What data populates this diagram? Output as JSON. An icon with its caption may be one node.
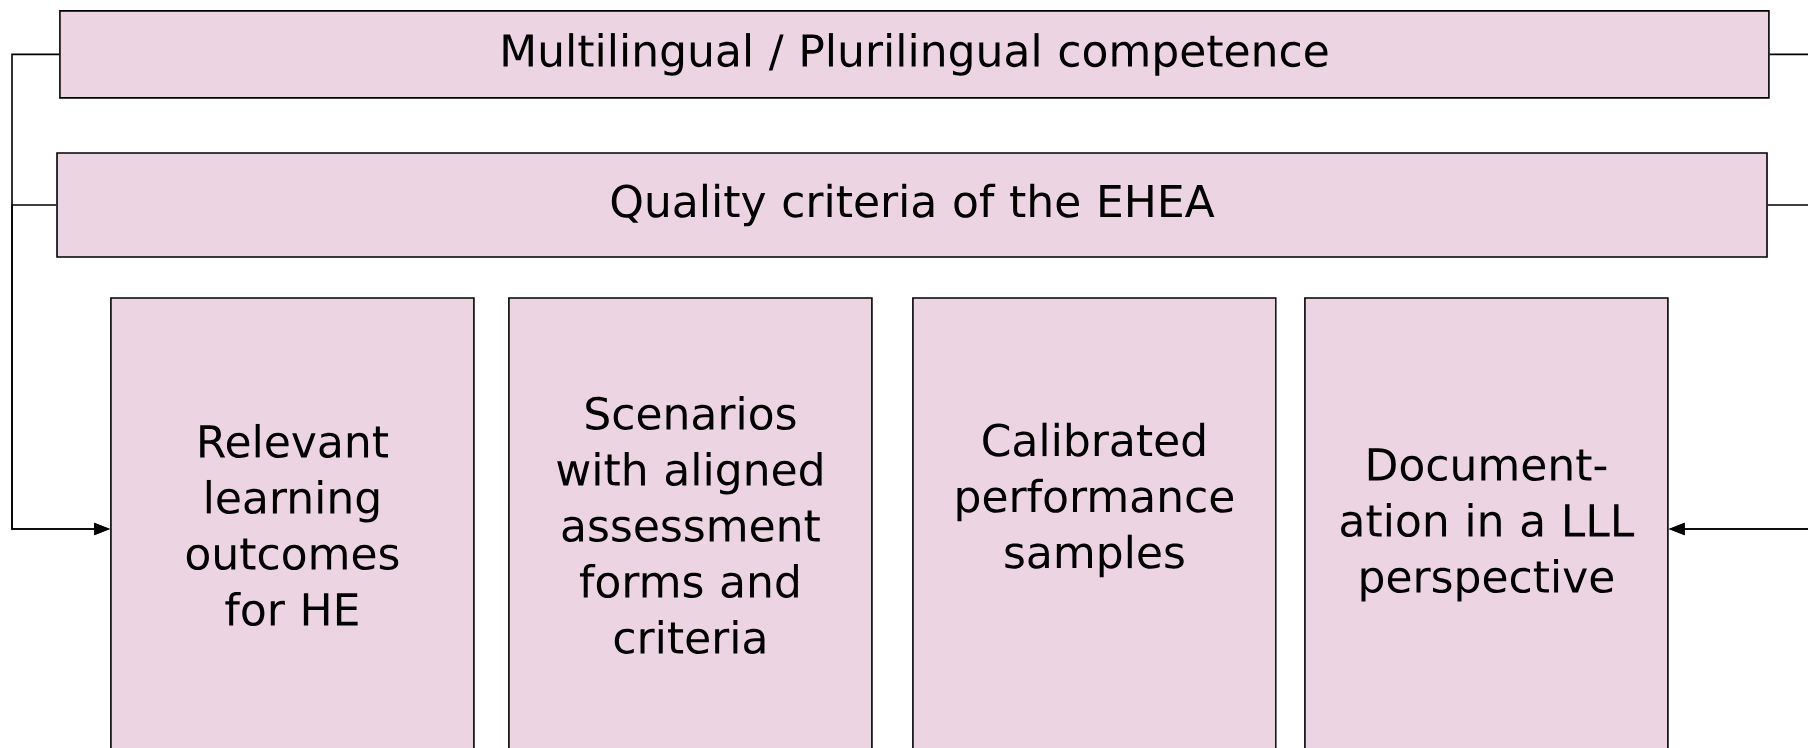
{
  "diagram": {
    "nodes": [
      {
        "text": [
          "Multilingual / Plurilingual competence"
        ]
      },
      {
        "text": [
          "Quality criteria of the EHEA"
        ]
      },
      {
        "text": [
          "Relevant learning outcomes for HE"
        ]
      },
      {
        "text": [
          "Scenarios with aligned assessment forms and criteria"
        ]
      },
      {
        "text": [
          "Calibrated performance samples"
        ]
      },
      {
        "text": [
          "Document- ation in a LLL perspective"
        ]
      }
    ],
    "edges": [
      {
        "from": 0,
        "to": 2,
        "arrow": "to"
      },
      {
        "from": 1,
        "to": 2,
        "arrow": "to"
      },
      {
        "from": 0,
        "to": 5,
        "arrow": "to"
      },
      {
        "from": 1,
        "to": 5,
        "arrow": "to"
      }
    ]
  }
}
